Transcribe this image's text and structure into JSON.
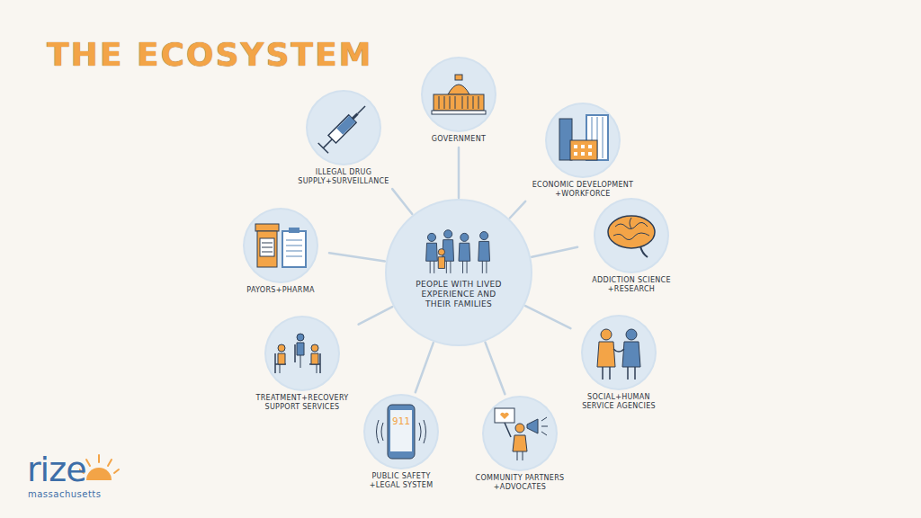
{
  "diagram": {
    "title": "THE ECOSYSTEM",
    "nodes": [
      {
        "text": [
          "GOVERNMENT"
        ]
      },
      {
        "text": [
          "ILLEGAL DRUG SUPPLY+SURVEILLANCE"
        ]
      },
      {
        "text": [
          "ECONOMIC DEVELOPMENT +WORKFORCE"
        ]
      },
      {
        "text": [
          "PAYORS+PHARMA"
        ]
      },
      {
        "text": [
          "ADDICTION SCIENCE +RESEARCH"
        ]
      },
      {
        "text": [
          "PEOPLE WITH LIVED EXPERIENCE AND THEIR FAMILIES"
        ]
      },
      {
        "text": [
          "TREATMENT+RECOVERY SUPPORT SERVICES"
        ]
      },
      {
        "text": [
          "SOCIAL+HUMAN SERVICE AGENCIES"
        ]
      },
      {
        "text": [
          "PUBLIC SAFETY +LEGAL SYSTEM"
        ]
      },
      {
        "text": [
          "COMMUNITY PARTNERS +ADVOCATES"
        ]
      }
    ],
    "edges": [
      {
        "from": 5,
        "to": 0,
        "arrow": "none"
      },
      {
        "from": 5,
        "to": 1,
        "arrow": "none"
      },
      {
        "from": 5,
        "to": 2,
        "arrow": "none"
      },
      {
        "from": 5,
        "to": 3,
        "arrow": "none"
      },
      {
        "from": 5,
        "to": 4,
        "arrow": "none"
      },
      {
        "from": 5,
        "to": 6,
        "arrow": "none"
      },
      {
        "from": 5,
        "to": 7,
        "arrow": "none"
      },
      {
        "from": 5,
        "to": 8,
        "arrow": "none"
      },
      {
        "from": 5,
        "to": 9,
        "arrow": "none"
      }
    ],
    "labels": [
      "911",
      "rize",
      "massachusetts"
    ]
  }
}
